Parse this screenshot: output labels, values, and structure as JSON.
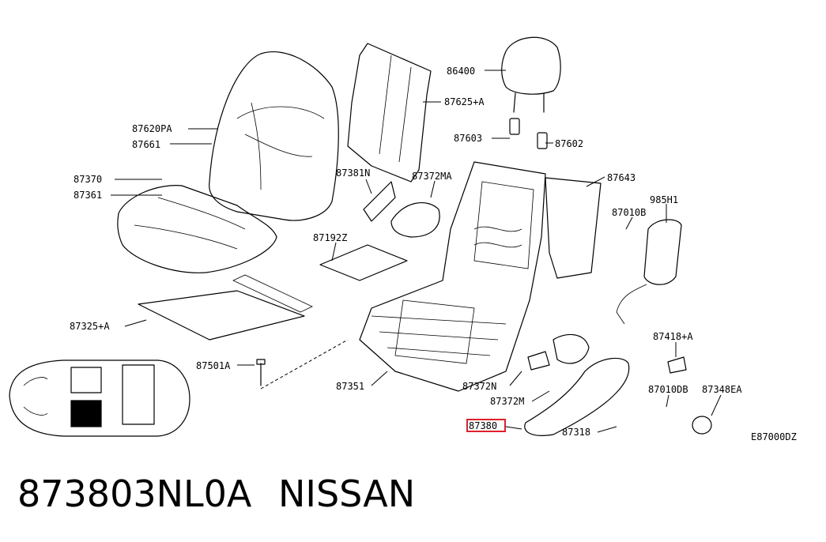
{
  "diagram": {
    "code": "E87000DZ",
    "highlight_label": "87380",
    "labels": [
      "86400",
      "87625+A",
      "87620PA",
      "87661",
      "87603",
      "87602",
      "87370",
      "87361",
      "87381N",
      "87372MA",
      "87643",
      "985H1",
      "87010B",
      "87192Z",
      "87325+A",
      "87418+A",
      "87501A",
      "87351",
      "87372N",
      "87372M",
      "87010DB",
      "87348EA",
      "87318"
    ],
    "highlight_color": "#e0202a"
  },
  "caption": {
    "part_number": "873803NL0A",
    "brand": "NISSAN"
  }
}
